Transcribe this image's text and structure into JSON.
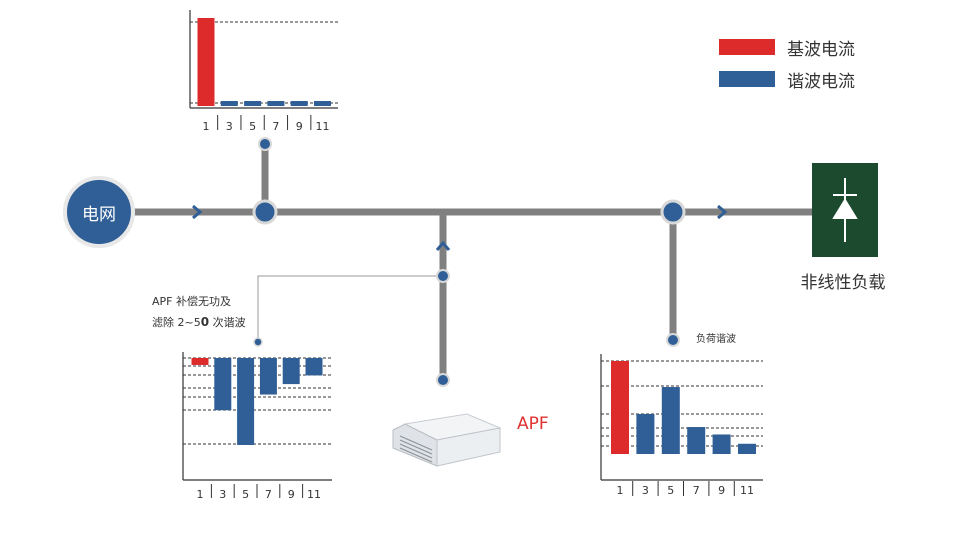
{
  "legend": [
    {
      "label": "基波电流",
      "color": "#dd2a2a"
    },
    {
      "label": "谐波电流",
      "color": "#2f5f96"
    }
  ],
  "nodes": {
    "grid": "电网",
    "load": "非线性负载",
    "apf": "APF"
  },
  "notes": {
    "apf_line1": "APF 补偿无功及",
    "apf_line2_prefix": "滤除 2~5",
    "apf_line2_bold": "0",
    "apf_line2_suffix": " 次谐波",
    "load_harmonics": "负荷谐波"
  },
  "colors": {
    "line": "#808080",
    "node": "#2f5f96",
    "fundamental": "#dd2a2a",
    "harmonic": "#2f5f96",
    "load_box": "#1c4a2e"
  },
  "chart_data": [
    {
      "type": "bar",
      "name": "grid-current",
      "categories": [
        "1",
        "3",
        "5",
        "7",
        "9",
        "11"
      ],
      "values": [
        100,
        4,
        4,
        4,
        4,
        4
      ],
      "colors": [
        "#dd2a2a",
        "#2f5f96",
        "#2f5f96",
        "#2f5f96",
        "#2f5f96",
        "#2f5f96"
      ],
      "ylim": [
        0,
        100
      ],
      "grid": "dashed"
    },
    {
      "type": "bar",
      "name": "apf-compensation",
      "categories": [
        "1",
        "3",
        "5",
        "7",
        "9",
        "11"
      ],
      "values": [
        -8,
        -60,
        -100,
        -42,
        -30,
        -20
      ],
      "colors": [
        "#dd2a2a",
        "#2f5f96",
        "#2f5f96",
        "#2f5f96",
        "#2f5f96",
        "#2f5f96"
      ],
      "ylim": [
        -100,
        0
      ],
      "grid": "dashed"
    },
    {
      "type": "bar",
      "name": "load-harmonics",
      "categories": [
        "1",
        "3",
        "5",
        "7",
        "9",
        "11"
      ],
      "values": [
        100,
        43,
        72,
        29,
        21,
        11
      ],
      "colors": [
        "#dd2a2a",
        "#2f5f96",
        "#2f5f96",
        "#2f5f96",
        "#2f5f96",
        "#2f5f96"
      ],
      "ylim": [
        0,
        100
      ],
      "grid": "dashed"
    }
  ]
}
